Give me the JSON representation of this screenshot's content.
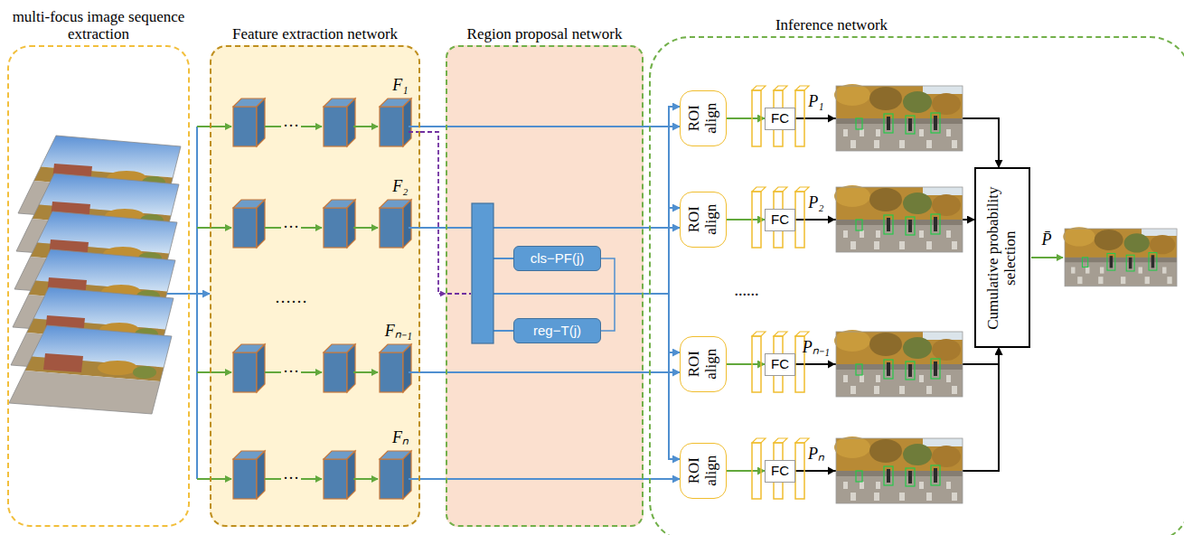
{
  "diagram": {
    "nodes": [
      {
        "text": [
          "multi-focus image sequence extraction"
        ]
      },
      {
        "text": [
          "Feature extraction network"
        ]
      },
      {
        "text": [
          "Region proposal network"
        ]
      },
      {
        "text": [
          "Inference network"
        ]
      },
      {
        "text": [
          "cls−PF(j)"
        ],
        "in": 2
      },
      {
        "text": [
          "reg−T(j)"
        ],
        "in": 2
      },
      {
        "text": [
          "ROI align"
        ],
        "in": 3
      },
      {
        "text": [
          "ROI align"
        ],
        "in": 3
      },
      {
        "text": [
          "ROI align"
        ],
        "in": 3
      },
      {
        "text": [
          "ROI align"
        ],
        "in": 3
      },
      {
        "text": [
          "FC"
        ],
        "in": 3
      },
      {
        "text": [
          "FC"
        ],
        "in": 3
      },
      {
        "text": [
          "FC"
        ],
        "in": 3
      },
      {
        "text": [
          "FC"
        ],
        "in": 3
      },
      {
        "text": [
          "Cumulative probability selection"
        ],
        "in": 3
      }
    ],
    "edges": [
      {
        "from": 0,
        "to": 1,
        "arrow": "to"
      },
      {
        "from": 1,
        "to": 6,
        "arrow": "to"
      },
      {
        "from": 1,
        "to": 7,
        "arrow": "to"
      },
      {
        "from": 1,
        "to": 8,
        "arrow": "to"
      },
      {
        "from": 1,
        "to": 9,
        "arrow": "to"
      },
      {
        "from": 1,
        "to": 2,
        "arrow": "to"
      },
      {
        "from": 2,
        "to": 6,
        "arrow": "to"
      },
      {
        "from": 2,
        "to": 7,
        "arrow": "to"
      },
      {
        "from": 2,
        "to": 8,
        "arrow": "to"
      },
      {
        "from": 2,
        "to": 9,
        "arrow": "to"
      },
      {
        "from": 6,
        "to": 10,
        "arrow": "to"
      },
      {
        "from": 7,
        "to": 11,
        "arrow": "to"
      },
      {
        "from": 8,
        "to": 12,
        "arrow": "to"
      },
      {
        "from": 9,
        "to": 13,
        "arrow": "to"
      },
      {
        "from": 10,
        "to": 14,
        "label": "P₁",
        "arrow": "to"
      },
      {
        "from": 11,
        "to": 14,
        "label": "P₂",
        "arrow": "to"
      },
      {
        "from": 12,
        "to": 14,
        "label": "Pₙ₋₁",
        "arrow": "to"
      },
      {
        "from": 13,
        "to": 14,
        "label": "Pₙ",
        "arrow": "to"
      }
    ],
    "labels": [
      "F₁",
      "F₂",
      "Fₙ₋₁",
      "Fₙ",
      "···",
      "···",
      "···",
      "···",
      "……",
      "......",
      "P̄"
    ]
  }
}
